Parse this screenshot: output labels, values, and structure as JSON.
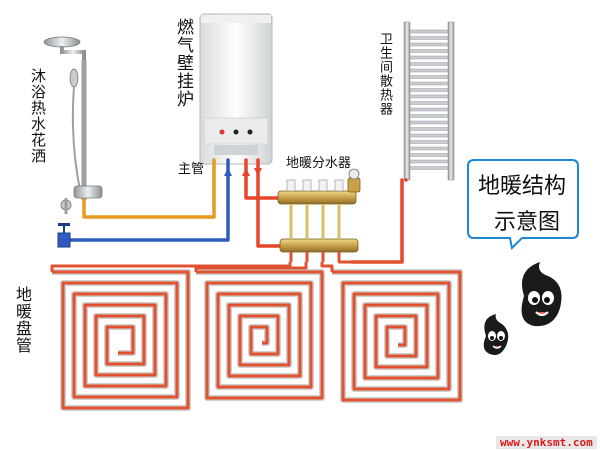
{
  "labels": {
    "shower": "沐浴热水花洒",
    "boiler": "燃气壁挂炉",
    "radiator": "卫生间散热器",
    "main_pipe": "主管",
    "manifold": "地暖分水器",
    "floor_coil": "地暖盘管",
    "callout_line1": "地暖结构",
    "callout_line2": "示意图"
  },
  "watermark": "www.ynksmt.com",
  "colors": {
    "hot_pipe": "#e8432b",
    "cold_pipe": "#2e5bbd",
    "hot_water_pipe": "#e89a22",
    "coil_pipe": "#e0522f",
    "coil_edge": "#d0d0d0",
    "manifold_brass": "#c8a24a",
    "callout_border": "#1e88d8",
    "mascot": "#1a1a1a"
  }
}
